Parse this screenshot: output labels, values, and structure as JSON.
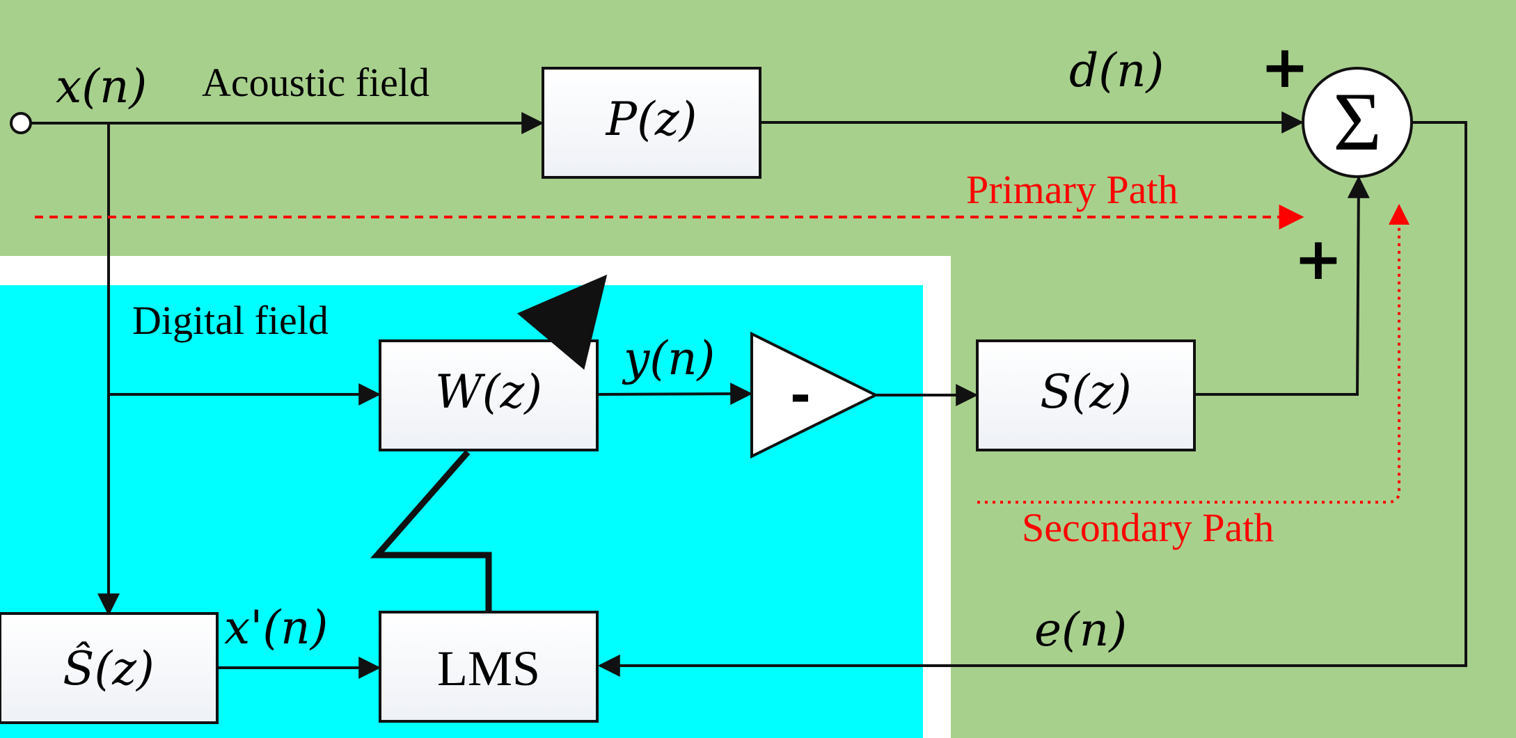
{
  "labels": {
    "acoustic_field": "Acoustic field",
    "digital_field": "Digital field",
    "primary_path": "Primary Path",
    "secondary_path": "Secondary Path"
  },
  "signals": {
    "x": "x(n)",
    "d": "d(n)",
    "y": "y(n)",
    "x_prime": "x'(n)",
    "e": "e(n)"
  },
  "blocks": {
    "P": "P(z)",
    "W": "W(z)",
    "S": "S(z)",
    "S_hat": "Ŝ(z)",
    "LMS": "LMS",
    "sum": "Σ",
    "amp": "-"
  },
  "signs": {
    "plus_top": "+",
    "plus_bottom": "+"
  },
  "colors": {
    "acoustic_bg": "#a8d08d",
    "digital_bg": "#00ffff",
    "path_red": "#ff0000",
    "line": "#111111"
  }
}
